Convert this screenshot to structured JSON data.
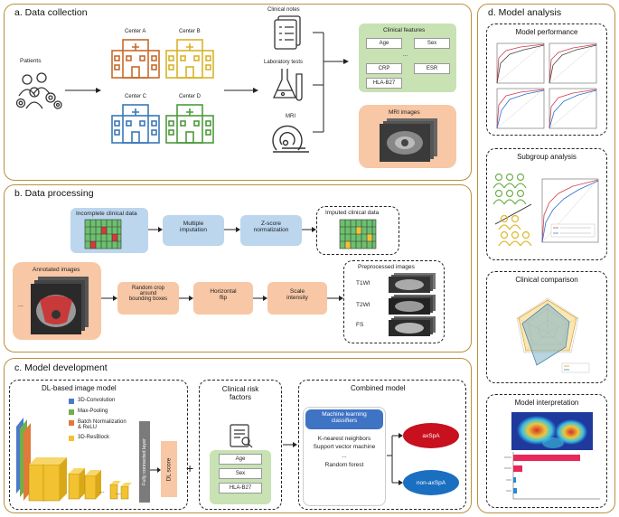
{
  "panel_a": {
    "title": "a. Data collection",
    "patients": "Patients",
    "centers": [
      "Center A",
      "Center B",
      "Center C",
      "Center D"
    ],
    "clinical_notes": "Clinical notes",
    "lab_tests": "Laboratory tests",
    "mri": "MRI",
    "clinical_features": {
      "title": "Clinical features",
      "items": [
        "Age",
        "Sex",
        "...",
        "CRP",
        "ESR",
        "HLA-B27"
      ]
    },
    "mri_images": "MRI images"
  },
  "panel_b": {
    "title": "b. Data processing",
    "incomplete": "Incomplete clinical data",
    "multiple_imputation": "Multiple\nimputation",
    "zscore": "Z-score\nnormalization",
    "imputed": "Imputed clinical data",
    "annotated": "Annotated images",
    "ellipsis": "...",
    "random_crop": "Random crop\naround\nbounding boxes",
    "horizontal_flip": "Horizontal\nflip",
    "scale_intensity": "Scale\nintensity",
    "preprocessed": "Preprocessed images",
    "sequences": [
      "T1WI",
      "T2WI",
      "FS"
    ]
  },
  "panel_c": {
    "title": "c. Model development",
    "dl_title": "DL-based image model",
    "legend": [
      "3D-Convolution",
      "Max-Pooling",
      "Batch Normalization\n& ReLU",
      "3D-ResBlock"
    ],
    "legend_colors": [
      "#4a7bc8",
      "#6fb04a",
      "#e07a3a",
      "#f2c230"
    ],
    "fc_layer": "Fully connected layer",
    "dl_score": "DL score",
    "plus": "+",
    "crf_title": "Clinical risk\nfactors",
    "crf_items": [
      "Age",
      "Sex",
      "HLA-B27"
    ],
    "combined_title": "Combined model",
    "mlc": "Machine learning\nclassifiers",
    "classifiers": [
      "K-nearest neighbors",
      "Support vector machine",
      "...",
      "Random forest"
    ],
    "outcomes": [
      "axSpA",
      "non-axSpA"
    ],
    "outcome_colors": [
      "#c8101e",
      "#1a6fc0"
    ],
    "dots": "..."
  },
  "panel_d": {
    "title": "d. Model analysis",
    "performance": "Model performance",
    "subgroup": "Subgroup analysis",
    "comparison": "Clinical comparison",
    "interpretation": "Model interpretation"
  }
}
